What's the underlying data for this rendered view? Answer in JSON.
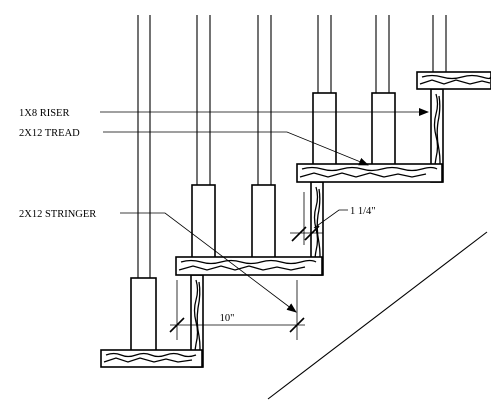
{
  "labels": {
    "riser": "1X8 RISER",
    "tread": "2X12 TREAD",
    "stringer": "2X12 STRINGER",
    "gap_dimension": "1 1/4\"",
    "run_dimension": "10\""
  },
  "icons": {
    "arrowhead": "filled-triangle-arrow",
    "dimension_tick": "diagonal-slash-tick"
  }
}
